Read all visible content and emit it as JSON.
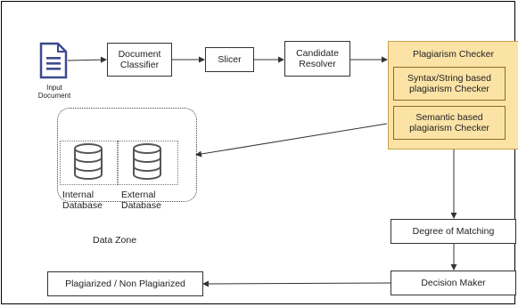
{
  "input": {
    "label": "Input\nDocument"
  },
  "pipeline": {
    "classifier": "Document\nClassifier",
    "slicer": "Slicer",
    "resolver": "Candidate\nResolver"
  },
  "checker": {
    "title": "Plagiarism Checker",
    "syntax": "Syntax/String based\nplagiarism Checker",
    "semantic": "Semantic based\nplagiarism Checker"
  },
  "databases": {
    "internal": "Internal\nDatabase",
    "external": "External\nDatabase",
    "zone": "Data Zone"
  },
  "degree": "Degree of Matching",
  "decision": "Decision Maker",
  "result": "Plagiarized / Non Plagiarized",
  "colors": {
    "checker_fill": "#fbe3a6",
    "checker_border": "#c9a04a",
    "doc_icon": "#3c4a8f"
  }
}
